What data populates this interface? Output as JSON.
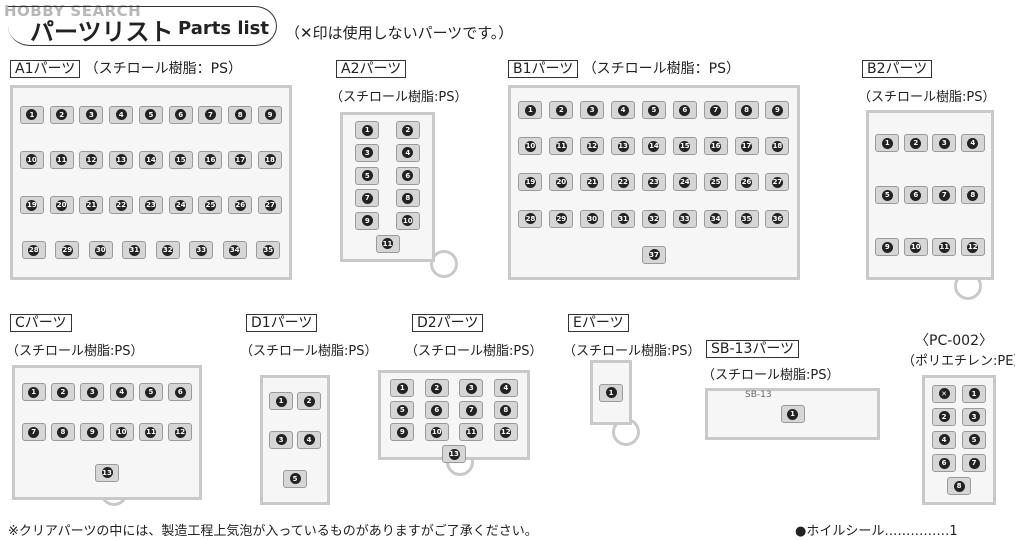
{
  "watermark": "HOBBY SEARCH",
  "header": {
    "title_jp": "パーツリスト",
    "title_en": "Parts list",
    "note": "（✕印は使用しないパーツです。）"
  },
  "sprues": [
    {
      "id": "a1",
      "tag": "A1パーツ",
      "material": "（スチロール樹脂：PS）",
      "parts": [
        "1",
        "2",
        "3",
        "4",
        "5",
        "6",
        "7",
        "8",
        "9",
        "10",
        "11",
        "12",
        "13",
        "14",
        "15",
        "16",
        "17",
        "18",
        "19",
        "20",
        "21",
        "22",
        "23",
        "24",
        "25",
        "26",
        "27",
        "28",
        "29",
        "30",
        "31",
        "32",
        "33",
        "34",
        "35"
      ]
    },
    {
      "id": "a2",
      "tag": "A2パーツ",
      "material": "（スチロール樹脂:PS）",
      "parts": [
        "1",
        "2",
        "3",
        "4",
        "5",
        "6",
        "7",
        "8",
        "9",
        "10",
        "11"
      ]
    },
    {
      "id": "b1",
      "tag": "B1パーツ",
      "material": "（スチロール樹脂：PS）",
      "parts": [
        "1",
        "2",
        "3",
        "4",
        "5",
        "6",
        "7",
        "8",
        "9",
        "10",
        "11",
        "12",
        "13",
        "14",
        "15",
        "16",
        "17",
        "18",
        "19",
        "20",
        "21",
        "22",
        "23",
        "24",
        "25",
        "26",
        "27",
        "28",
        "29",
        "30",
        "31",
        "32",
        "33",
        "34",
        "35",
        "36",
        "37"
      ]
    },
    {
      "id": "b2",
      "tag": "B2パーツ",
      "material": "（スチロール樹脂:PS）",
      "parts": [
        "1",
        "2",
        "3",
        "4",
        "5",
        "6",
        "7",
        "8",
        "9",
        "10",
        "11",
        "12"
      ]
    },
    {
      "id": "c",
      "tag": "Cパーツ",
      "material": "（スチロール樹脂:PS）",
      "parts": [
        "1",
        "2",
        "3",
        "4",
        "5",
        "6",
        "7",
        "8",
        "9",
        "10",
        "11",
        "12",
        "13"
      ]
    },
    {
      "id": "d1",
      "tag": "D1パーツ",
      "material": "（スチロール樹脂:PS）",
      "parts": [
        "1",
        "2",
        "3",
        "4",
        "5"
      ]
    },
    {
      "id": "d2",
      "tag": "D2パーツ",
      "material": "（スチロール樹脂:PS）",
      "parts": [
        "1",
        "2",
        "3",
        "4",
        "5",
        "6",
        "7",
        "8",
        "9",
        "10",
        "11",
        "12",
        "13"
      ]
    },
    {
      "id": "e",
      "tag": "Eパーツ",
      "material": "（スチロール樹脂:PS）",
      "parts": [
        "1"
      ]
    },
    {
      "id": "sb13",
      "tag": "SB-13パーツ",
      "material": "（スチロール樹脂:PS）",
      "parts": [
        "1"
      ],
      "sprue_print": "SB-13"
    },
    {
      "id": "pc002",
      "tag": "〈PC-002〉",
      "material": "（ポリエチレン:PE）",
      "parts": [
        "✕",
        "1",
        "2",
        "3",
        "4",
        "5",
        "6",
        "7",
        "8"
      ]
    }
  ],
  "footer": {
    "note": "※クリアパーツの中には、製造工程上気泡が入っているものがありますがご了承ください。",
    "foil": "●ホイルシール……………1"
  }
}
